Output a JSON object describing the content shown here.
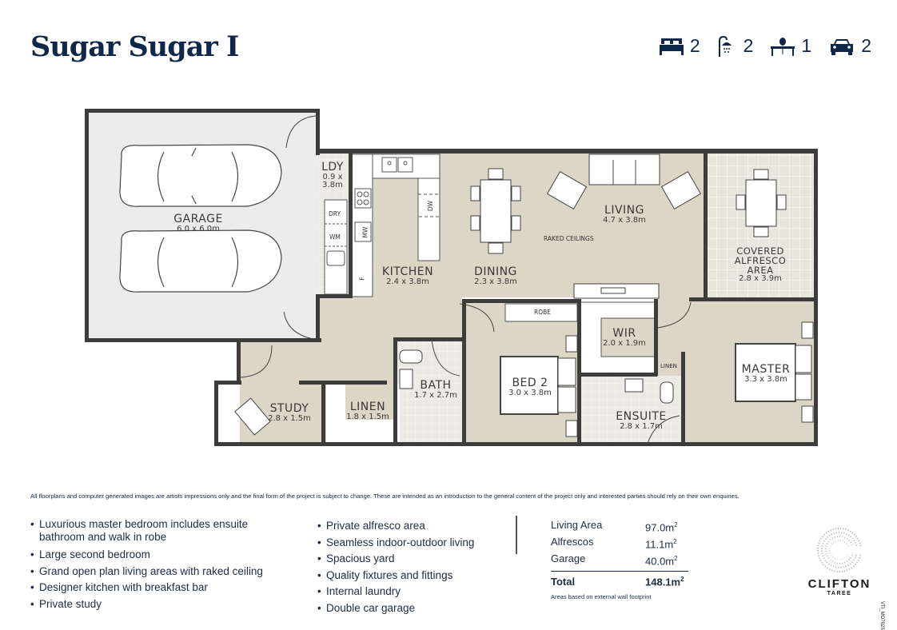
{
  "header": {
    "title": "Sugar Sugar I",
    "specs": [
      {
        "icon": "bed-icon",
        "value": "2"
      },
      {
        "icon": "shower-icon",
        "value": "2"
      },
      {
        "icon": "study-desk-icon",
        "value": "1"
      },
      {
        "icon": "car-icon",
        "value": "2"
      }
    ]
  },
  "plan": {
    "rooms": {
      "garage": {
        "name": "GARAGE",
        "dim": "6.0 x 6.0m"
      },
      "ldy": {
        "name": "LDY",
        "dim1": "0.9 x",
        "dim2": "3.8m"
      },
      "kitchen": {
        "name": "KITCHEN",
        "dim": "2.4 x 3.8m"
      },
      "dining": {
        "name": "DINING",
        "dim": "2.3 x 3.8m"
      },
      "living": {
        "name": "LIVING",
        "dim": "4.7 x 3.8m"
      },
      "alfresco": {
        "name1": "COVERED",
        "name2": "ALFRESCO",
        "name3": "AREA",
        "dim": "2.8 x 3.9m"
      },
      "study": {
        "name": "STUDY",
        "dim": "2.8 x 1.5m"
      },
      "linen": {
        "name": "LINEN",
        "dim": "1.8 x 1.5m"
      },
      "bath": {
        "name": "BATH",
        "dim": "1.7 x 2.7m"
      },
      "bed2": {
        "name": "BED 2",
        "dim": "3.0 x 3.8m"
      },
      "wir": {
        "name": "WIR",
        "dim": "2.0 x 1.9m"
      },
      "ensuite": {
        "name": "ENSUITE",
        "dim": "2.8 x 1.7m"
      },
      "master": {
        "name": "MASTER",
        "dim": "3.3 x 3.8m"
      }
    },
    "labels": {
      "raked": "RAKED CEILINGS",
      "robe": "ROBE",
      "linen_small": "LINEN",
      "dry": "DRY",
      "wm": "WM",
      "mw": "MW",
      "dw": "DW",
      "fridge": "F"
    },
    "colors": {
      "floor": "#ddd5c6",
      "garage": "#ececec",
      "wall": "#3c3c3c",
      "tile": "#e9e6de"
    }
  },
  "disclaimer": "All floorplans and computer generated images are artists impressions only and the final form of the project is subject to change. These are intended as an introduction to the general content of the project only and interested parties should rely on their own enquiries.",
  "features_left": [
    "Luxurious master bedroom includes ensuite bathroom and walk in robe",
    "Large second bedroom",
    "Grand open plan living areas with raked ceiling",
    "Designer kitchen with breakfast bar",
    "Private study"
  ],
  "features_right": [
    "Private alfresco area",
    "Seamless indoor-outdoor living",
    "Spacious yard",
    "Quality fixtures and fittings",
    "Internal laundry",
    "Double car garage"
  ],
  "areas": {
    "rows": [
      {
        "label": "Living Area",
        "value": "97.0m",
        "unit": "2"
      },
      {
        "label": "Alfrescos",
        "value": "11.1m",
        "unit": "2"
      },
      {
        "label": "Garage",
        "value": "40.0m",
        "unit": "2"
      }
    ],
    "total": {
      "label": "Total",
      "value": "148.1m",
      "unit": "2"
    },
    "note": "Areas based on external wall footprint"
  },
  "logo": {
    "name": "CLIFTON",
    "sub": "TAREE"
  },
  "code": "VTI_MO7025"
}
